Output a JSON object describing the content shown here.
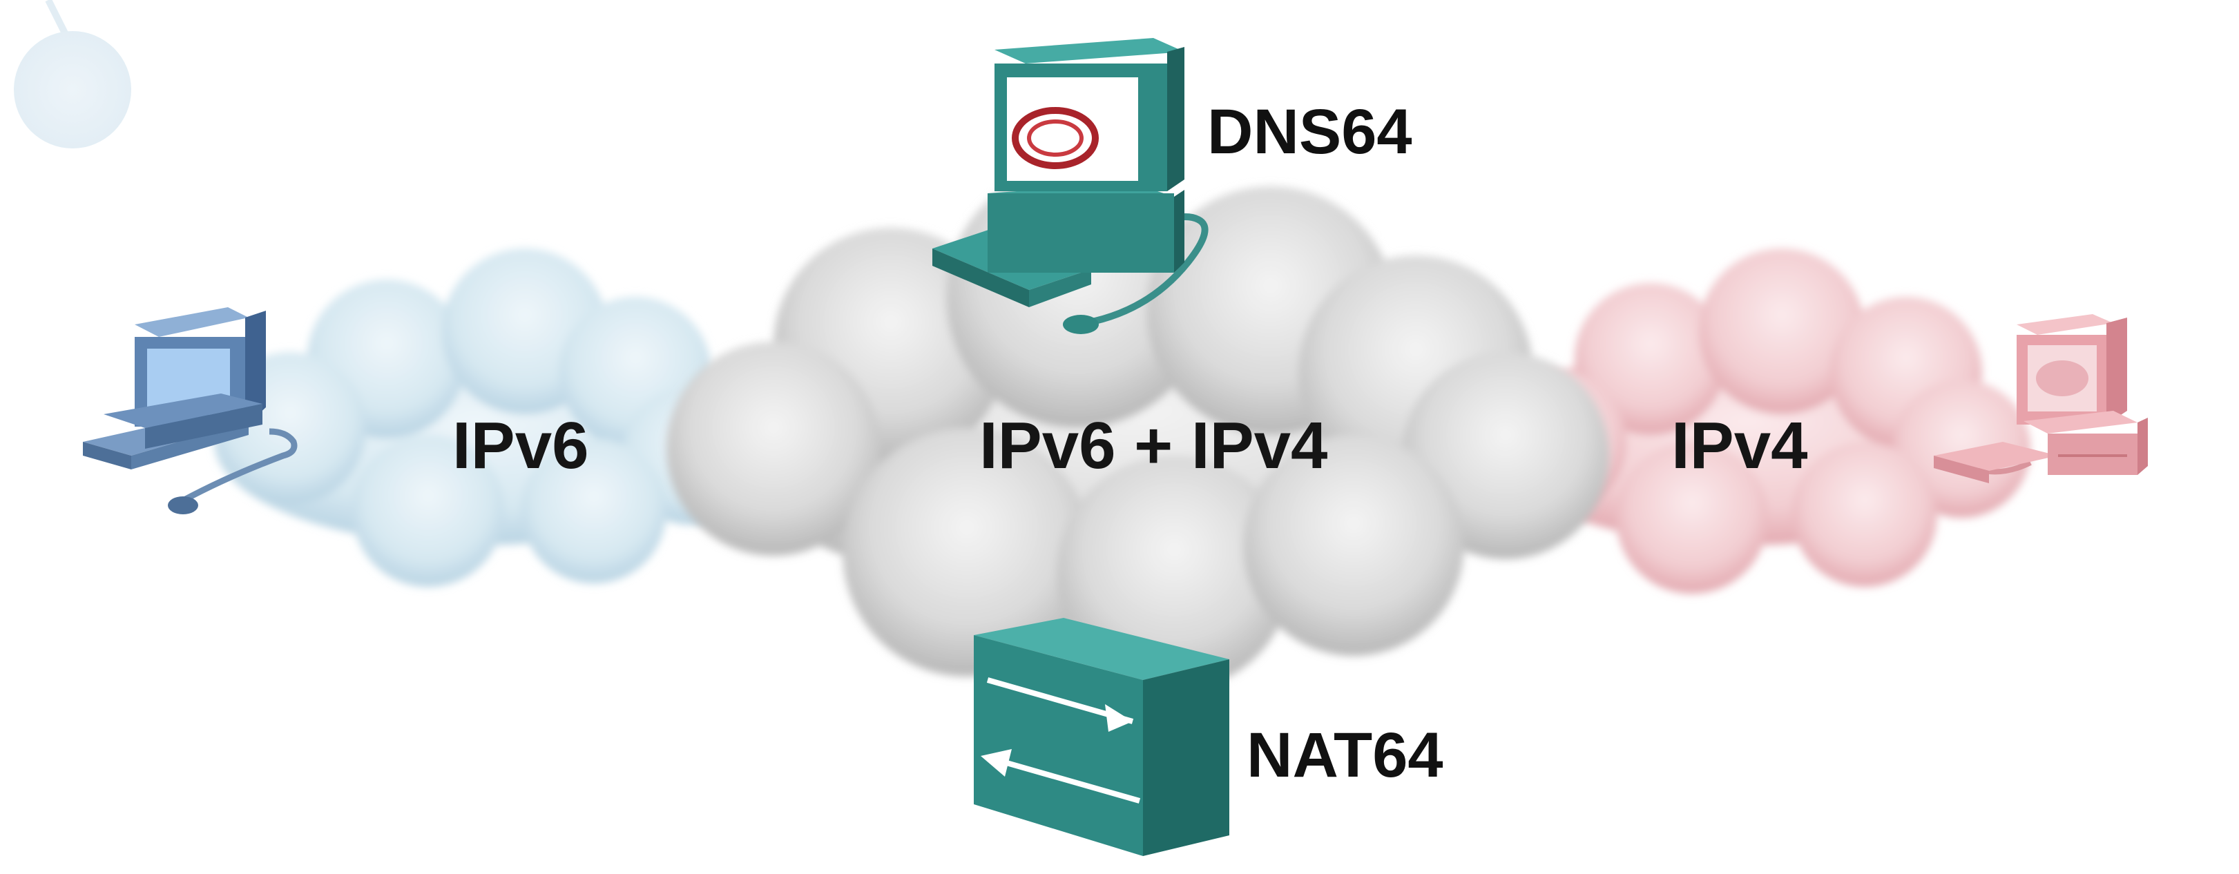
{
  "clouds": {
    "ipv6": {
      "label": "IPv6",
      "color": "#cfe3ee"
    },
    "dual": {
      "label": "IPv6 + IPv4",
      "color": "#d7d7d7"
    },
    "ipv4": {
      "label": "IPv4",
      "color": "#f1c9cc"
    }
  },
  "devices": {
    "dns64": {
      "label": "DNS64",
      "icon": "server-icon",
      "color": "#2e8b86"
    },
    "nat64": {
      "label": "NAT64",
      "icon": "translator-icon",
      "color": "#2e8b86"
    },
    "ipv6_host": {
      "icon": "computer-icon",
      "color": "#5b86b8"
    },
    "ipv4_host": {
      "icon": "computer-icon",
      "color": "#e7a4ab"
    }
  }
}
